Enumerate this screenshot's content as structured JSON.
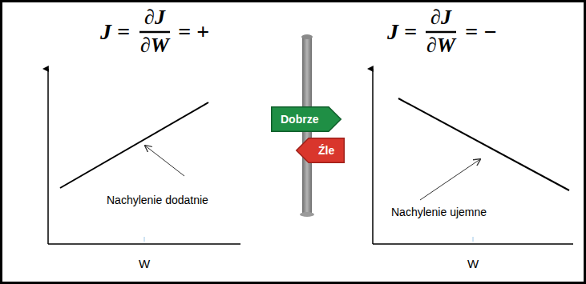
{
  "diagram": {
    "nodes": [
      {
        "text": [
          "Dobrze"
        ]
      },
      {
        "text": [
          "Źle"
        ]
      }
    ],
    "labels": [
      "J =",
      "∂J",
      "∂W",
      "= +",
      "Nachylenie dodatnie",
      "W",
      "J =",
      "∂J",
      "∂W",
      "= −",
      "Nachylenie ujemne",
      "W"
    ]
  }
}
